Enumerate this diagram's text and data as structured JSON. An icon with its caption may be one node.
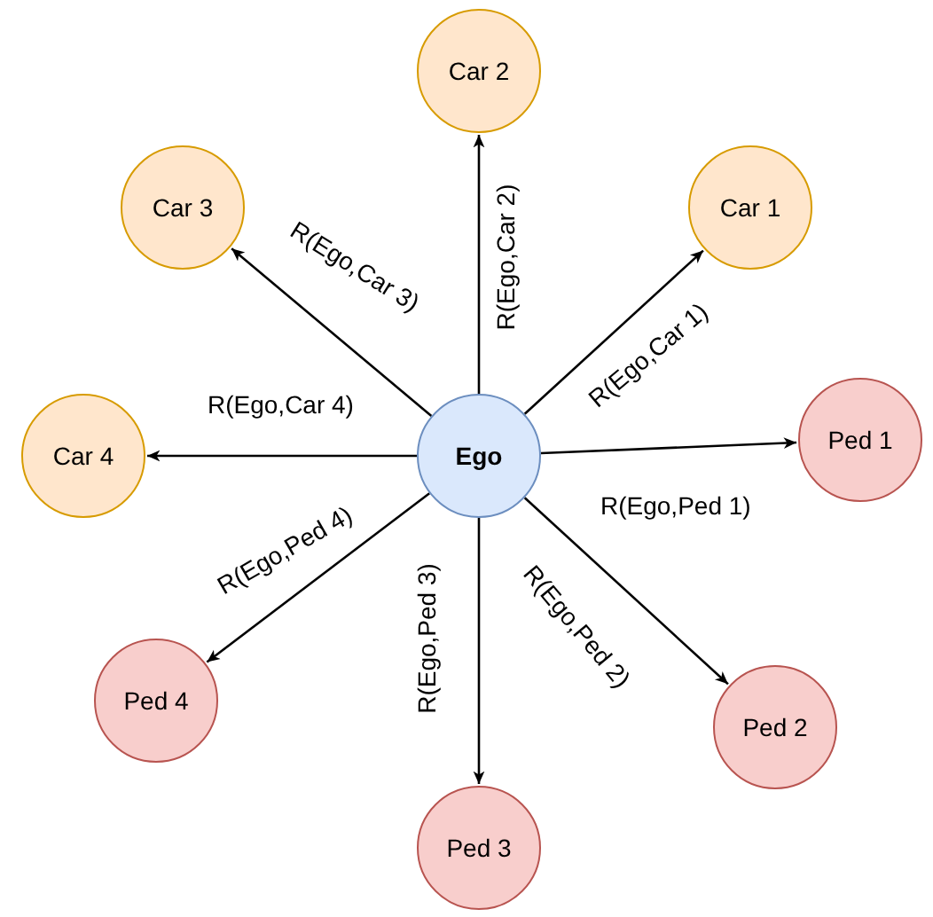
{
  "diagram": {
    "nodes": [
      {
        "text": [
          "Car 2"
        ]
      },
      {
        "text": [
          "Car 3"
        ]
      },
      {
        "text": [
          "Car 1"
        ]
      },
      {
        "text": [
          "Car 4"
        ]
      },
      {
        "text": [
          "Ego"
        ]
      },
      {
        "text": [
          "Ped 1"
        ]
      },
      {
        "text": [
          "Ped 4"
        ]
      },
      {
        "text": [
          "Ped 2"
        ]
      },
      {
        "text": [
          "Ped 3"
        ]
      }
    ],
    "edges": [
      {
        "from": 4,
        "to": 2,
        "arrow": "to",
        "label": "R(Ego,Car 1)"
      },
      {
        "from": 4,
        "to": 0,
        "arrow": "to",
        "label": "R(Ego,Car 2)"
      },
      {
        "from": 4,
        "to": 1,
        "arrow": "to",
        "label": "R(Ego,Car 3)"
      },
      {
        "from": 4,
        "to": 3,
        "arrow": "to",
        "label": "R(Ego,Car 4)"
      },
      {
        "from": 4,
        "to": 5,
        "arrow": "to",
        "label": "R(Ego,Ped 1)"
      },
      {
        "from": 4,
        "to": 7,
        "arrow": "to",
        "label": "R(Ego,Ped 2)"
      },
      {
        "from": 4,
        "to": 8,
        "arrow": "to",
        "label": "R(Ego,Ped 3)"
      },
      {
        "from": 4,
        "to": 6,
        "arrow": "to",
        "label": "R(Ego,Ped 4)"
      }
    ]
  }
}
